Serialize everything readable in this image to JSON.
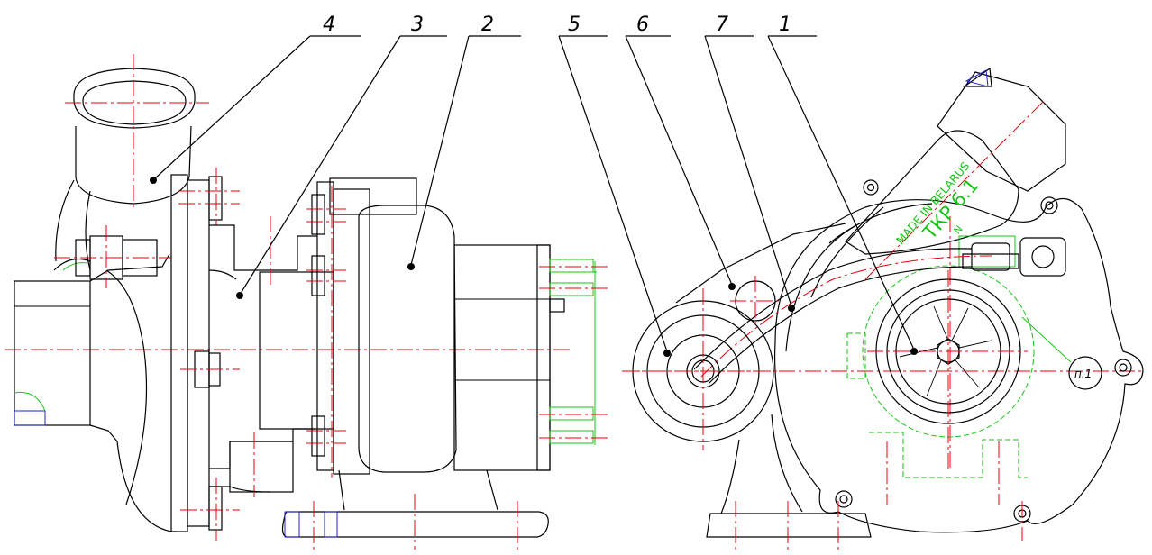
{
  "drawing": {
    "callouts": [
      {
        "id": "c4",
        "label": "4"
      },
      {
        "id": "c3",
        "label": "3"
      },
      {
        "id": "c2",
        "label": "2"
      },
      {
        "id": "c5",
        "label": "5"
      },
      {
        "id": "c6",
        "label": "6"
      },
      {
        "id": "c7",
        "label": "7"
      },
      {
        "id": "c1",
        "label": "1"
      }
    ],
    "nameplate": {
      "origin": "MADE IN BELARUS",
      "model": "ТКР 6.1",
      "suffix": "N"
    },
    "note_label": "п.1",
    "colors": {
      "outline": "#000000",
      "centerline": "#e8000b",
      "hidden": "#17c517",
      "hatch": "#2222cc"
    }
  }
}
